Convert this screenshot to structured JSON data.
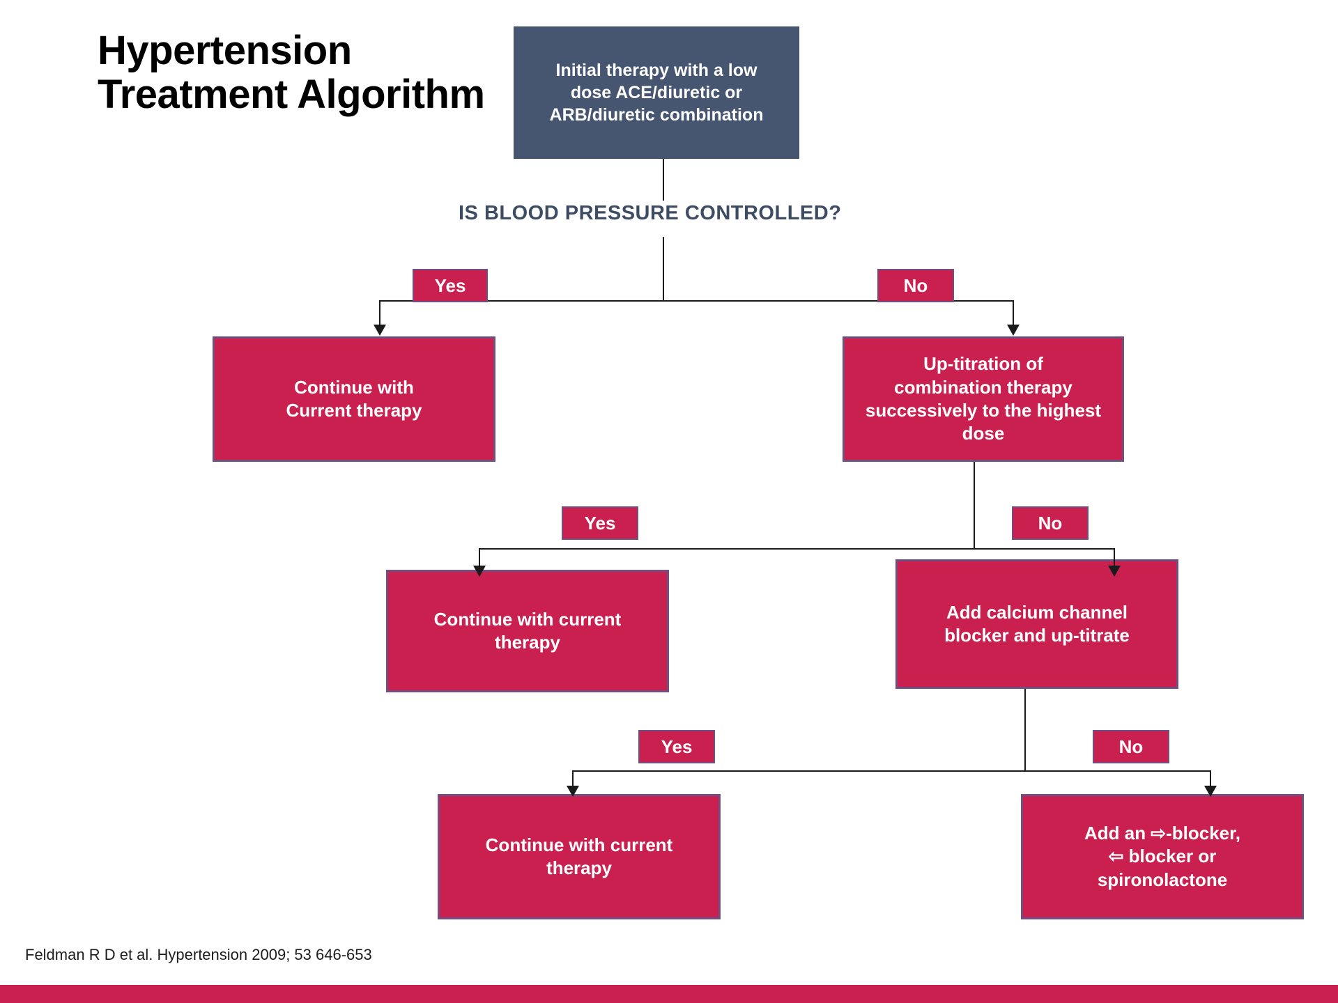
{
  "slide": {
    "title_line1": "Hypertension",
    "title_line2": "Treatment Algorithm",
    "citation": "Feldman R D et al. Hypertension  2009; 53 646-653",
    "accent_color": "#ca2050",
    "node_blue_color": "#465671",
    "node_border_color": "#71507f",
    "question_color": "#3d4c63"
  },
  "nodes": {
    "initial_therapy": "Initial therapy with a low\ndose ACE/diuretic or\nARB/diuretic combination",
    "continue_current_1": "Continue with\nCurrent therapy",
    "up_titration": "Up-titration of\ncombination therapy\nsuccessively to the highest\ndose",
    "continue_current_2": "Continue with current\ntherapy",
    "add_ccb": "Add calcium channel\nblocker and up-titrate",
    "continue_current_3": "Continue with current\ntherapy",
    "add_blockers": "Add an ⇨-blocker,\n⇦ blocker or\nspironolactone"
  },
  "labels": {
    "question_1": "IS BLOOD PRESSURE CONTROLLED?",
    "yes_1": "Yes",
    "no_1": "No",
    "yes_2": "Yes",
    "no_2": "No",
    "yes_3": "Yes",
    "no_3": "No"
  }
}
